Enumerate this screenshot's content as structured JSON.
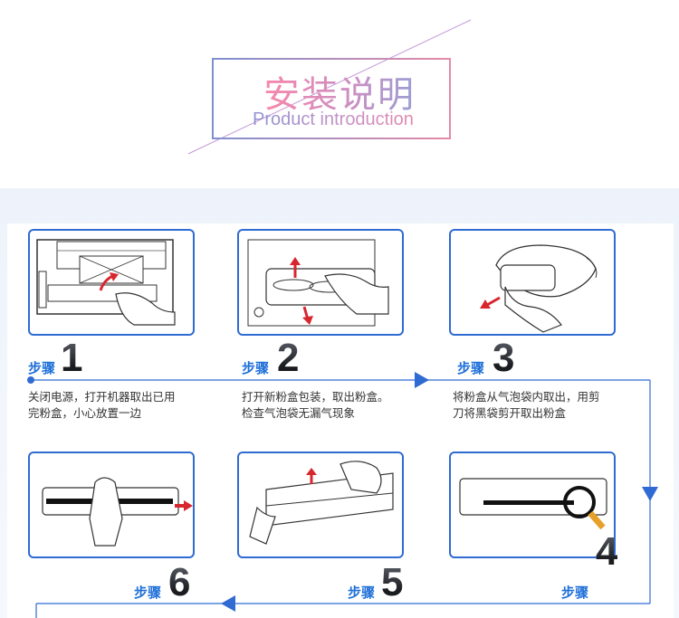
{
  "header": {
    "title_cn": "安装说明",
    "title_en": "Product introduction"
  },
  "steps": [
    {
      "label": "步骤",
      "number": "1",
      "desc_line1": "关闭电源，打开机器取出已用",
      "desc_line2": "完粉盒，小心放置一边"
    },
    {
      "label": "步骤",
      "number": "2",
      "desc_line1": "打开新粉盒包装，取出粉盒。",
      "desc_line2": "检查气泡袋无漏气现象"
    },
    {
      "label": "步骤",
      "number": "3",
      "desc_line1": "将粉盒从气泡袋内取出，用剪",
      "desc_line2": "刀将黑袋剪开取出粉盒"
    },
    {
      "label": "步骤",
      "number": "4"
    },
    {
      "label": "步骤",
      "number": "5"
    },
    {
      "label": "步骤",
      "number": "6"
    }
  ],
  "colors": {
    "accent_blue": "#2f6bd2",
    "title_pink": "#ef7fa0",
    "arrow_red": "#d8262e"
  }
}
